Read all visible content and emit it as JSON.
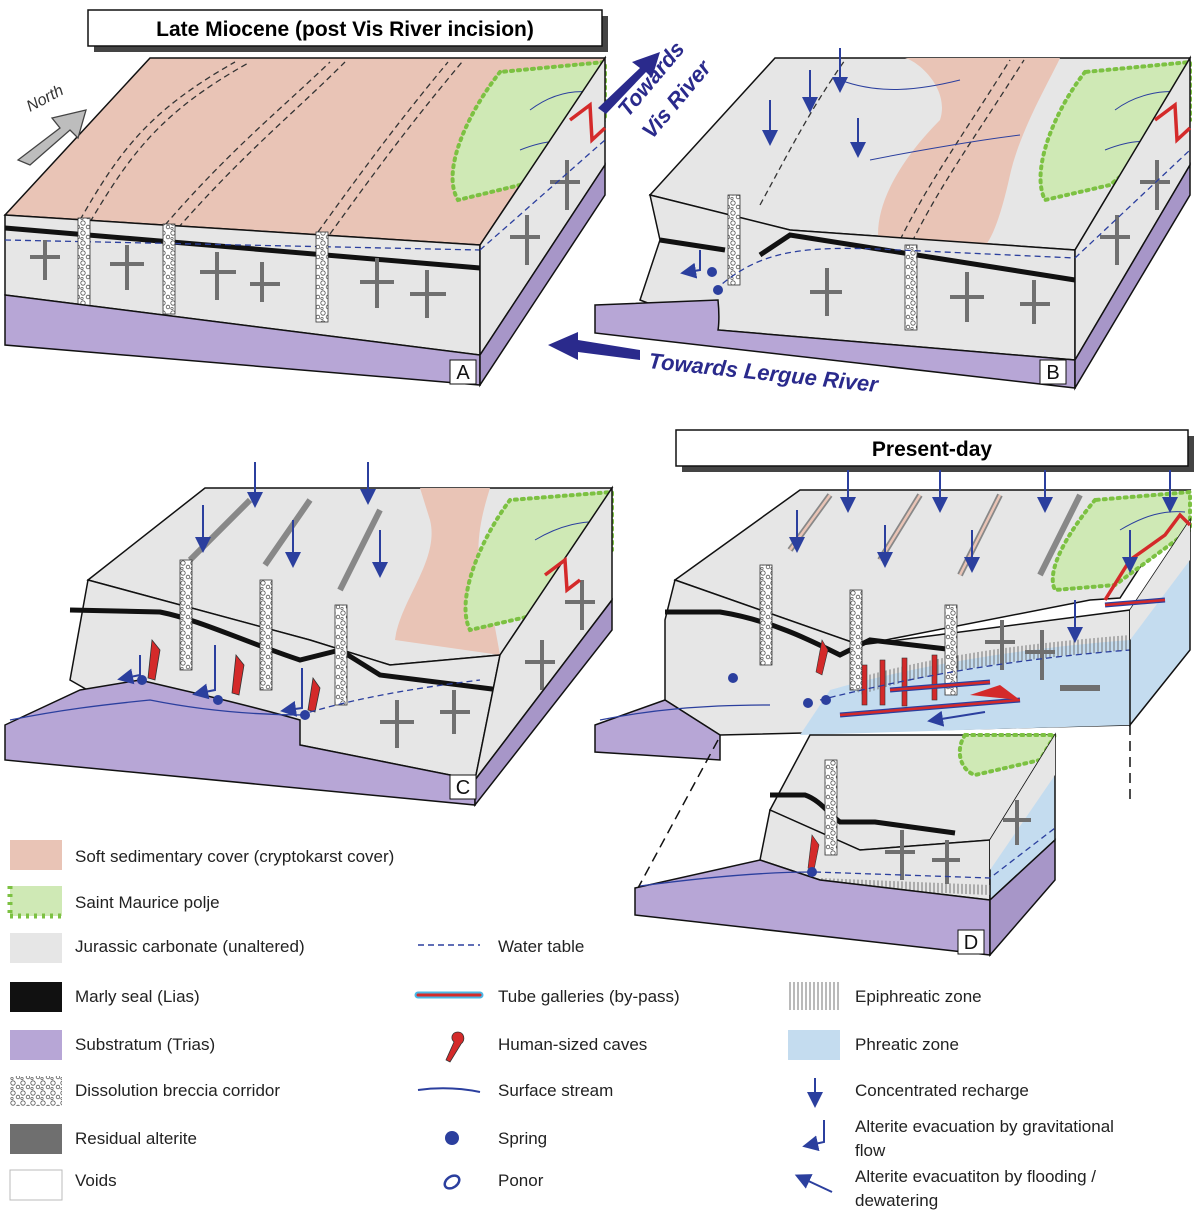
{
  "titles": {
    "late_miocene": "Late Miocene (post Vis River incision)",
    "present_day": "Present-day"
  },
  "compass": {
    "label": "North"
  },
  "flow_labels": {
    "vis_line1": "Towards",
    "vis_line2": "Vis River",
    "lergue": "Towards Lergue River"
  },
  "panels": {
    "a": "A",
    "b": "B",
    "c": "C",
    "d": "D"
  },
  "colors": {
    "cover": "#e9c4b6",
    "polje": "#cfe9b5",
    "polje_edge": "#7cc142",
    "carbonate": "#e6e6e6",
    "marl": "#111111",
    "substratum": "#b7a6d6",
    "alterite": "#6f6f6f",
    "water": "#2b3f9e",
    "cave": "#d42a2a",
    "phreatic": "#c4dcef"
  },
  "legend": {
    "col1": [
      {
        "icon": "cover-swatch",
        "label": "Soft sedimentary cover (cryptokarst cover)"
      },
      {
        "icon": "polje-swatch",
        "label": "Saint Maurice polje"
      },
      {
        "icon": "carbonate-swatch",
        "label": "Jurassic carbonate (unaltered)"
      },
      {
        "icon": "marl-swatch",
        "label": "Marly seal (Lias)"
      },
      {
        "icon": "substratum-swatch",
        "label": "Substratum (Trias)"
      },
      {
        "icon": "breccia-swatch",
        "label": "Dissolution breccia corridor"
      },
      {
        "icon": "alterite-swatch",
        "label": "Residual alterite"
      },
      {
        "icon": "void-swatch",
        "label": "Voids"
      }
    ],
    "col2": [
      {
        "icon": "water-table-line",
        "label": "Water table"
      },
      {
        "icon": "tube-gallery-line",
        "label": "Tube galleries (by-pass)"
      },
      {
        "icon": "cave-icon",
        "label": "Human-sized caves"
      },
      {
        "icon": "stream-line",
        "label": "Surface stream"
      },
      {
        "icon": "spring-icon",
        "label": "Spring"
      },
      {
        "icon": "ponor-icon",
        "label": "Ponor"
      }
    ],
    "col3": [
      {
        "icon": "epiphreatic-swatch",
        "label": "Epiphreatic zone"
      },
      {
        "icon": "phreatic-swatch",
        "label": "Phreatic zone"
      },
      {
        "icon": "recharge-arrow-icon",
        "label": "Concentrated recharge"
      },
      {
        "icon": "gravity-arrow-icon",
        "label_line1": "Alterite evacuation by gravitational",
        "label_line2": "flow"
      },
      {
        "icon": "flood-arrow-icon",
        "label_line1": "Alterite evacuatiton by flooding /",
        "label_line2": "dewatering"
      }
    ]
  }
}
